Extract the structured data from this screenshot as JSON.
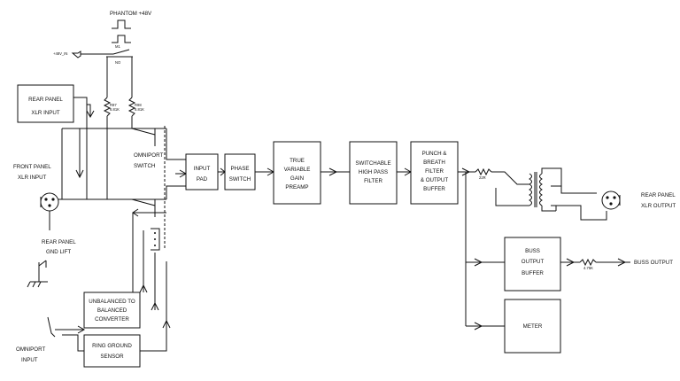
{
  "labels": {
    "phantom": "PHANTOM +48V",
    "phantom_in": "+48V_IN",
    "sw_m1": "M1",
    "sw_no": "NO",
    "rear_xlr_in_1": "REAR PANEL",
    "rear_xlr_in_2": "XLR INPUT",
    "front_xlr_in_1": "FRONT PANEL",
    "front_xlr_in_2": "XLR INPUT",
    "gnd_lift_1": "REAR PANEL",
    "gnd_lift_2": "GND LIFT",
    "r_left": "R97",
    "r_left_val": "6.81K",
    "r_right": "R98",
    "r_right_val": "6.81K",
    "omni_sw_1": "OMNIPORT",
    "omni_sw_2": "SWITCH",
    "input_pad_1": "INPUT",
    "input_pad_2": "PAD",
    "phase_sw_1": "PHASE",
    "phase_sw_2": "SWITCH",
    "preamp_1": "TRUE",
    "preamp_2": "VARIABLE",
    "preamp_3": "GAIN",
    "preamp_4": "PREAMP",
    "hpf_1": "SWITCHABLE",
    "hpf_2": "HIGH PASS",
    "hpf_3": "FILTER",
    "punch_1": "PUNCH &",
    "punch_2": "BREATH",
    "punch_3": "FILTER",
    "punch_4": "& OUTPUT",
    "punch_5": "BUFFER",
    "r_out": "22R",
    "rear_xlr_out_1": "REAR PANEL",
    "rear_xlr_out_2": "XLR OUTPUT",
    "buss_buf_1": "BUSS",
    "buss_buf_2": "OUTPUT",
    "buss_buf_3": "BUFFER",
    "r_buss": "4.75K",
    "buss_out": "BUSS OUTPUT",
    "meter": "METER",
    "unbal_1": "UNBALANCED TO",
    "unbal_2": "BALANCED",
    "unbal_3": "CONVERTER",
    "ring_1": "RING GROUND",
    "ring_2": "SENSOR",
    "omni_in_1": "OMNIPORT",
    "omni_in_2": "INPUT"
  }
}
